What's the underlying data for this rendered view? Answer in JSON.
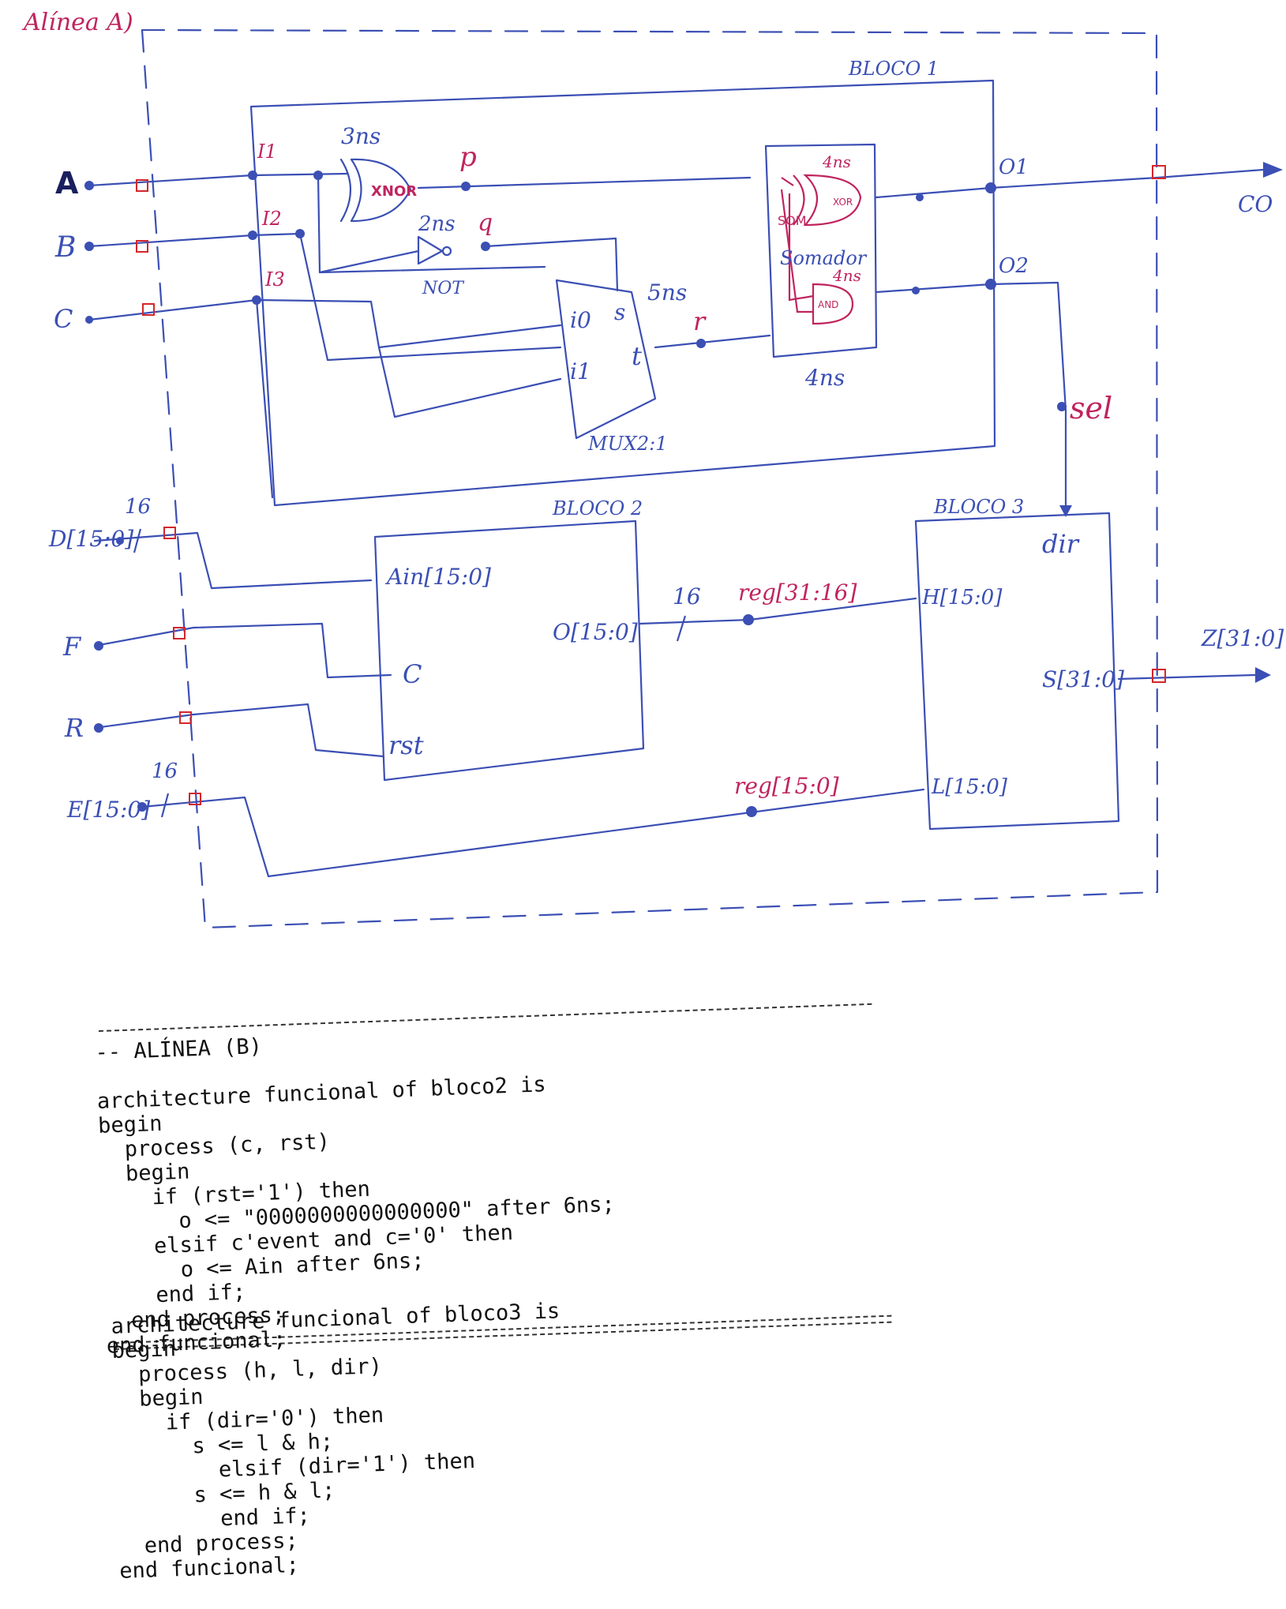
{
  "diagram": {
    "heading": "Alínea A)",
    "blocks": {
      "bloco1": "BLOCO 1",
      "bloco2": "BLOCO 2",
      "bloco3": "BLOCO 3"
    },
    "inputs": {
      "A": "A",
      "B": "B",
      "C": "C",
      "D": "D[15:0]",
      "F": "F",
      "R": "R",
      "E": "E[15:0]"
    },
    "outputs": {
      "CO": "CO",
      "Z": "Z[31:0]"
    },
    "bus_widths": {
      "D": "16",
      "E": "16",
      "o": "16"
    },
    "bloco1_ports": {
      "I1": "I1",
      "I2": "I2",
      "I3": "I3",
      "O1": "O1",
      "O2": "O2"
    },
    "gates": {
      "xnor_delay": "3ns",
      "xnor_label": "XNOR",
      "not_delay": "2ns",
      "not_label": "NOT",
      "mux_delay": "5ns",
      "mux_label": "MUX2:1",
      "mux_i0": "i0",
      "mux_i1": "i1",
      "mux_s": "s",
      "mux_t": "t",
      "somador_label": "Somador",
      "somador_delay": "4ns",
      "xor_delay": "4ns",
      "xor_label": "XOR",
      "and_delay": "4ns",
      "and_label": "AND",
      "som_label": "SOM"
    },
    "signals": {
      "p": "p",
      "q": "q",
      "r": "r",
      "sel": "sel",
      "reg_hi": "reg[31:16]",
      "reg_lo": "reg[15:0]"
    },
    "bloco2_ports": {
      "ain": "Ain[15:0]",
      "c": "C",
      "rst": "rst",
      "o": "O[15:0]"
    },
    "bloco3_ports": {
      "dir": "dir",
      "h": "H[15:0]",
      "l": "L[15:0]",
      "s": "S[31:0]"
    }
  },
  "code_b": {
    "lines": [
      "-- ALÍNEA (B)",
      "",
      "architecture funcional of bloco2 is",
      "begin",
      "  process (c, rst)",
      "  begin",
      "    if (rst='1') then",
      "      o <= \"0000000000000000\" after 6ns;",
      "    elsif c'event and c='0' then",
      "      o <= Ain after 6ns;",
      "    end if;",
      "  end process;",
      "end funcional;"
    ]
  },
  "code_c": {
    "lines": [
      "architecture funcional of bloco3 is",
      "begin",
      "  process (h, l, dir)",
      "  begin",
      "    if (dir='0') then",
      "      s <= l & h;",
      "        elsif (dir='1') then",
      "      s <= h & l;",
      "        end if;",
      "  end process;",
      "end funcional;"
    ]
  },
  "colors": {
    "ink_blue": "#3b4fb4",
    "ink_magenta": "#c0245e",
    "ink_dark": "#111111",
    "ink_red": "#d4262c"
  }
}
